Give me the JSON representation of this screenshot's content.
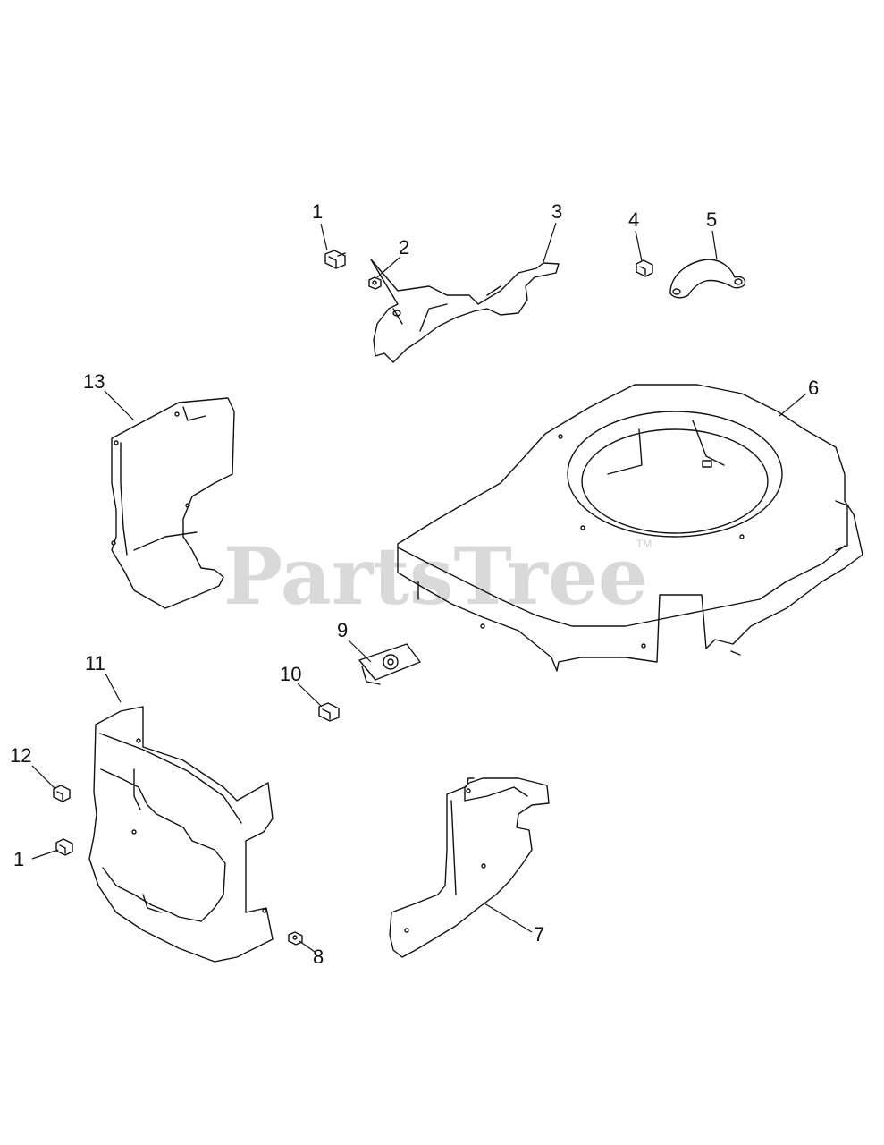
{
  "watermark": {
    "text": "PartsTree",
    "trademark": "TM"
  },
  "callouts": [
    {
      "id": "c1a",
      "label": "1"
    },
    {
      "id": "c2",
      "label": "2"
    },
    {
      "id": "c3",
      "label": "3"
    },
    {
      "id": "c4",
      "label": "4"
    },
    {
      "id": "c5",
      "label": "5"
    },
    {
      "id": "c6",
      "label": "6"
    },
    {
      "id": "c13",
      "label": "13"
    },
    {
      "id": "c9",
      "label": "9"
    },
    {
      "id": "c10",
      "label": "10"
    },
    {
      "id": "c11",
      "label": "11"
    },
    {
      "id": "c12",
      "label": "12"
    },
    {
      "id": "c1b",
      "label": "1"
    },
    {
      "id": "c7",
      "label": "7"
    },
    {
      "id": "c8",
      "label": "8"
    }
  ],
  "colors": {
    "line": "#111111",
    "watermark": "#d9d9d9",
    "background": "#ffffff"
  }
}
